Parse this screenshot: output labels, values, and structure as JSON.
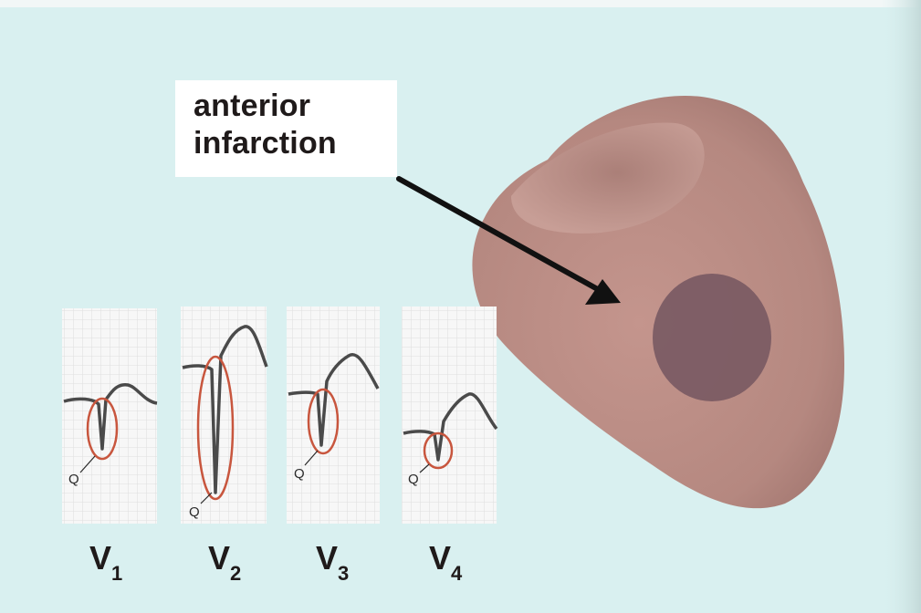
{
  "callout": {
    "line1": "anterior",
    "line2": "infarction"
  },
  "ecg_panels": [
    {
      "lead": "V",
      "subscript": "1",
      "q_label": "Q"
    },
    {
      "lead": "V",
      "subscript": "2",
      "q_label": "Q"
    },
    {
      "lead": "V",
      "subscript": "3",
      "q_label": "Q"
    },
    {
      "lead": "V",
      "subscript": "4",
      "q_label": "Q"
    }
  ],
  "colors": {
    "background": "#d9f0f0",
    "heart": "#b88c85",
    "infarct_zone": "#7a5a63",
    "q_wave_circle": "#c8563e",
    "ecg_trace": "#4a4a4a",
    "grid_paper": "#f7f7f7"
  }
}
